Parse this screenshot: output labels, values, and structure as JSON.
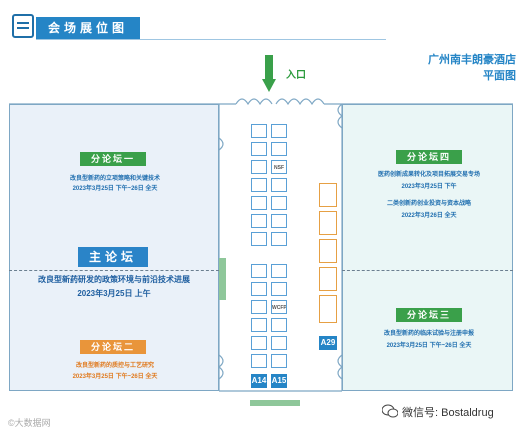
{
  "header": {
    "title": "会场展位图"
  },
  "hotel": {
    "name": "广州南丰朗豪酒店",
    "subtitle": "平面图"
  },
  "entrance": {
    "label": "入口"
  },
  "forums": {
    "f1": {
      "title": "分论坛一",
      "topic": "改良型新药的立项策略和关键技术",
      "date": "2023年3月25日 下午~26日 全天"
    },
    "main": {
      "title": "主论坛",
      "topic": "改良型新药研发的政策环境与前沿技术进展",
      "date": "2023年3月25日 上午"
    },
    "f2": {
      "title": "分论坛二",
      "topic": "改良型新药的质控与工艺研究",
      "date": "2023年3月25日 下午~26日 全天"
    },
    "f4": {
      "title": "分论坛四",
      "topic1": "医药创新成果转化及项目拓展交易专场",
      "date1": "2023年3月25日 下午",
      "topic2": "二类创新药创业投资与资本战略",
      "date2": "2022年3月26日 全天"
    },
    "f3": {
      "title": "分论坛三",
      "topic": "改良型新药的临床试验与注册申报",
      "date": "2023年3月25日 下午~26日 全天"
    }
  },
  "booths": {
    "a14": "A14",
    "a15": "A15",
    "a29": "A29",
    "wcfp": "WCFP",
    "nsf": "NSF"
  },
  "watermark": {
    "left": "©大数据网",
    "right": "微信号: Bostaldrug"
  },
  "colors": {
    "blue": "#2585c6",
    "green": "#3aa04a",
    "orange": "#e9953a"
  }
}
